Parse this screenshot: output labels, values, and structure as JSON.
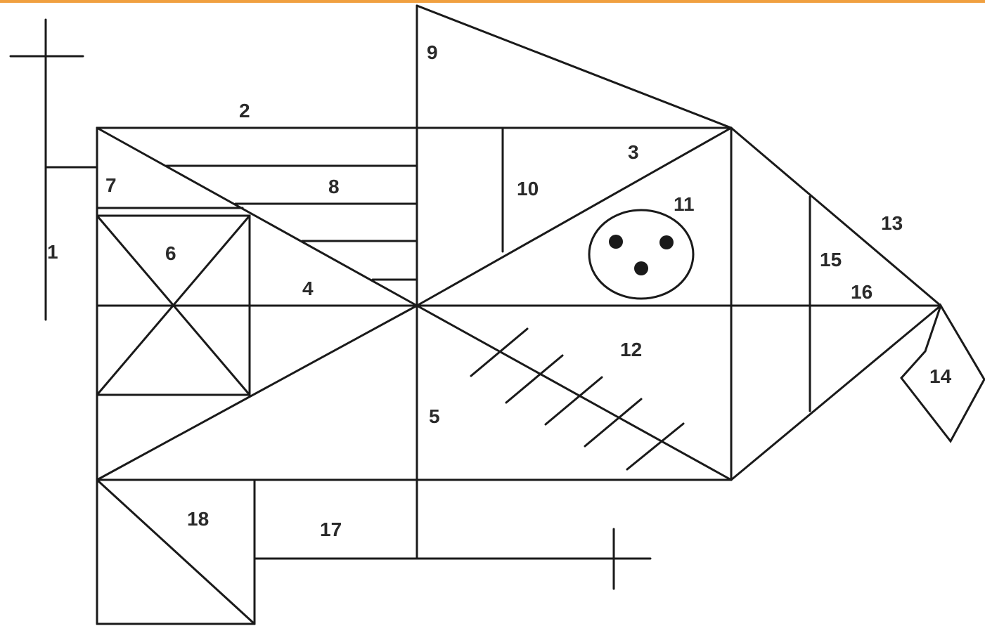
{
  "colors": {
    "accent": "#f0a040",
    "stroke": "#1a1a1a",
    "text": "#2a2a2a",
    "background": "#ffffff"
  },
  "labels": {
    "n1": "1",
    "n2": "2",
    "n3": "3",
    "n4": "4",
    "n5": "5",
    "n6": "6",
    "n7": "7",
    "n8": "8",
    "n9": "9",
    "n10": "10",
    "n11": "11",
    "n12": "12",
    "n13": "13",
    "n14": "14",
    "n15": "15",
    "n16": "16",
    "n17": "17",
    "n18": "18"
  }
}
